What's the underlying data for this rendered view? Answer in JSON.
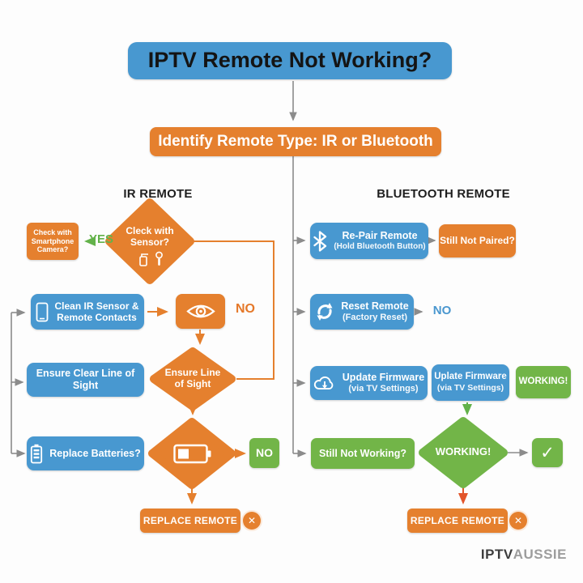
{
  "title": "IPTV Remote Not Working?",
  "subtitle": "Identify Remote Type: IR or Bluetooth",
  "ir": {
    "header": "IR REMOTE",
    "check_sensor_diamond": "Cleck with\nSensor?",
    "smartphone_box": "Check with\nSmartphone\nCamera?",
    "yes_label": "YES",
    "clean_box": "Clean IR Sensor &\nRemote Contacts",
    "eye_no_label": "NO",
    "clear_sight_box": "Ensure Clear Line of Sight",
    "sight_diamond": "Ensure Line\nof Sight",
    "batteries_box": "Replace Batteries?",
    "battery_no_box": "NO",
    "replace_box": "REPLACE REMOTE"
  },
  "bluetooth": {
    "header": "BLUETOOTH REMOTE",
    "repair_box_line1": "Re-Pair Remote",
    "repair_box_line2": "(Hold Bluetooth Button)",
    "not_paired_box": "Still Not Paired?",
    "reset_box_line1": "Reset Remote",
    "reset_box_line2": "(Factory Reset)",
    "reset_no_label": "NO",
    "firmware_box1_line1": "Update Firmware",
    "firmware_box1_line2": "(via TV Settings)",
    "firmware_box2_line1": "Uplate Firmware",
    "firmware_box2_line2": "(via TV Settings)",
    "working_box": "WORKING!",
    "not_working_box": "Still Not Working?",
    "working_diamond": "WORKING!",
    "replace_box": "REPLACE REMOTE"
  },
  "symbols": {
    "check": "✓",
    "cross": "✕"
  },
  "footer": {
    "logo_bold": "IPTV",
    "logo_light": "AUSSIE"
  },
  "colors": {
    "blue": "#4898d0",
    "orange": "#e5802e",
    "green": "#72b548",
    "gray_line": "#8c8c8c"
  }
}
